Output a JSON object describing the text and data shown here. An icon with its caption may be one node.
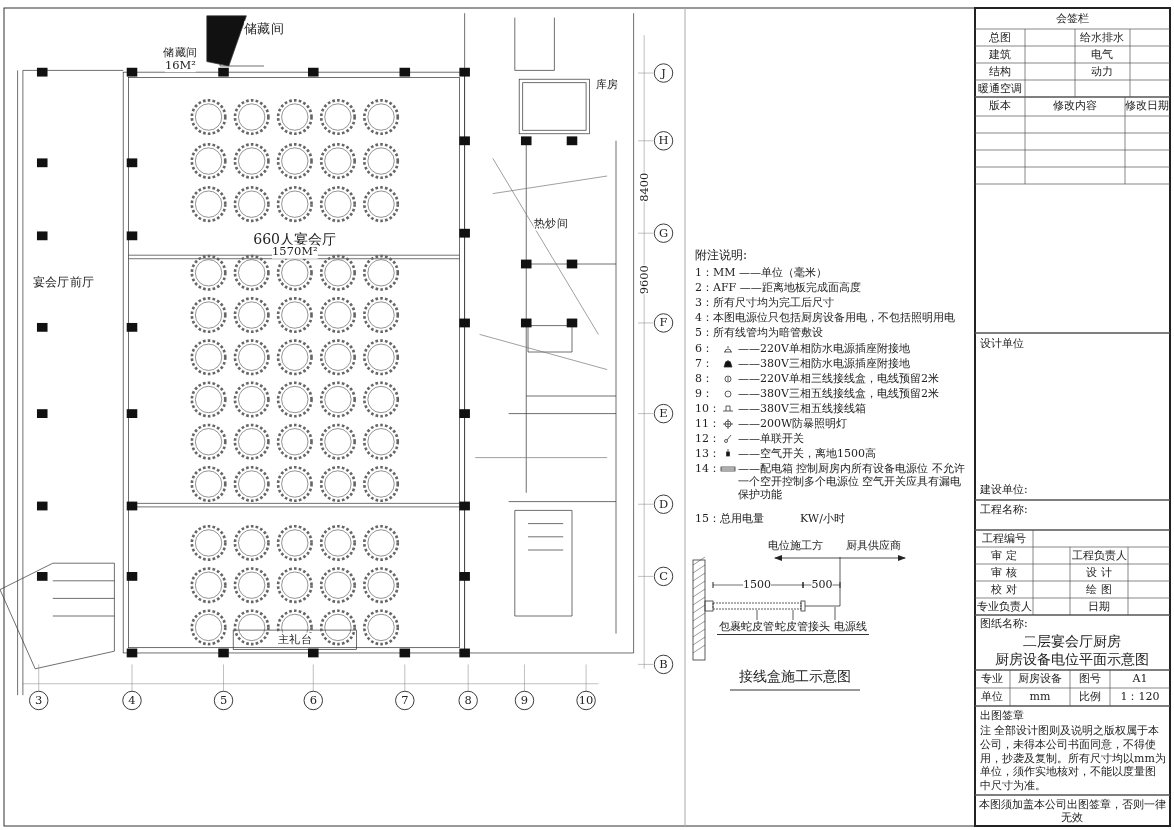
{
  "diagram": {
    "nodes": [
      {
        "text": [
          "包裹蛇皮管"
        ]
      },
      {
        "text": [
          "蛇皮管接头"
        ]
      },
      {
        "text": [
          "电源线"
        ]
      }
    ],
    "edges": [
      {
        "from": 0,
        "to": null,
        "arrow": "none"
      },
      {
        "from": 1,
        "to": null,
        "arrow": "none"
      },
      {
        "from": 2,
        "to": null,
        "arrow": "none"
      }
    ],
    "labels": [
      "储藏间",
      "储藏间",
      "16M²",
      "660人宴会厅",
      "1570M²",
      "宴会厅前厅",
      "库房",
      "热炒间",
      "主礼台",
      "J",
      "H",
      "G",
      "F",
      "E",
      "D",
      "C",
      "B",
      "3",
      "4",
      "5",
      "6",
      "7",
      "8",
      "9",
      "10",
      "8400",
      "9600",
      "附注说明:",
      "1：MM ——单位（毫米）",
      "2：AFF ——距离地板完成面高度",
      "3：所有尺寸均为完工后尺寸",
      "4：本图电源位只包括厨房设备用电，不包括照明用电",
      "5：所有线管均为暗管敷设",
      "6：",
      "——220V单相防水电源插座附接地",
      "7：",
      "——380V三相防水电源插座附接地",
      "8：",
      "——220V单相三线接线盒，电线预留2米",
      "9：",
      "——380V三相五线接线盒，电线预留2米",
      "10：",
      "——380V三相五线接线箱",
      "11：",
      "——200W防暴照明灯",
      "12：",
      "——单联开关",
      "13：",
      "——空气开关，离地1500高",
      "14：",
      "——配电箱 控制厨房内所有设备电源位 不允许一个空开控制多个电源位 空气开关应具有漏电保护功能",
      "15：",
      "总用电量",
      "KW/小时",
      "电位施工方",
      "厨具供应商",
      "1500",
      "500",
      "接线盒施工示意图",
      "会签栏",
      "总图",
      "给水排水",
      "建筑",
      "电气",
      "结构",
      "动力",
      "暖通空调",
      "版本",
      "修改内容",
      "修改日期",
      "设计单位",
      "建设单位:",
      "工程名称:",
      "工程编号",
      "审 定",
      "工程负责人",
      "审 核",
      "设 计",
      "校 对",
      "绘 图",
      "专业负责人",
      "日期",
      "图纸名称:",
      "二层宴会厅厨房",
      "厨房设备电位平面示意图",
      "专业",
      "厨房设备",
      "图号",
      "A1",
      "单位",
      "mm",
      "比例",
      "1：120",
      "出图签章",
      "注 全部设计图则及说明之版权属于本公司，未得本公司书面同意，不得使用，抄袭及复制。所有尺寸均以mm为单位，须作实地核对，不能以度量图中尺寸为准。",
      "本图须加盖本公司出图签章，否则一律无效"
    ]
  }
}
